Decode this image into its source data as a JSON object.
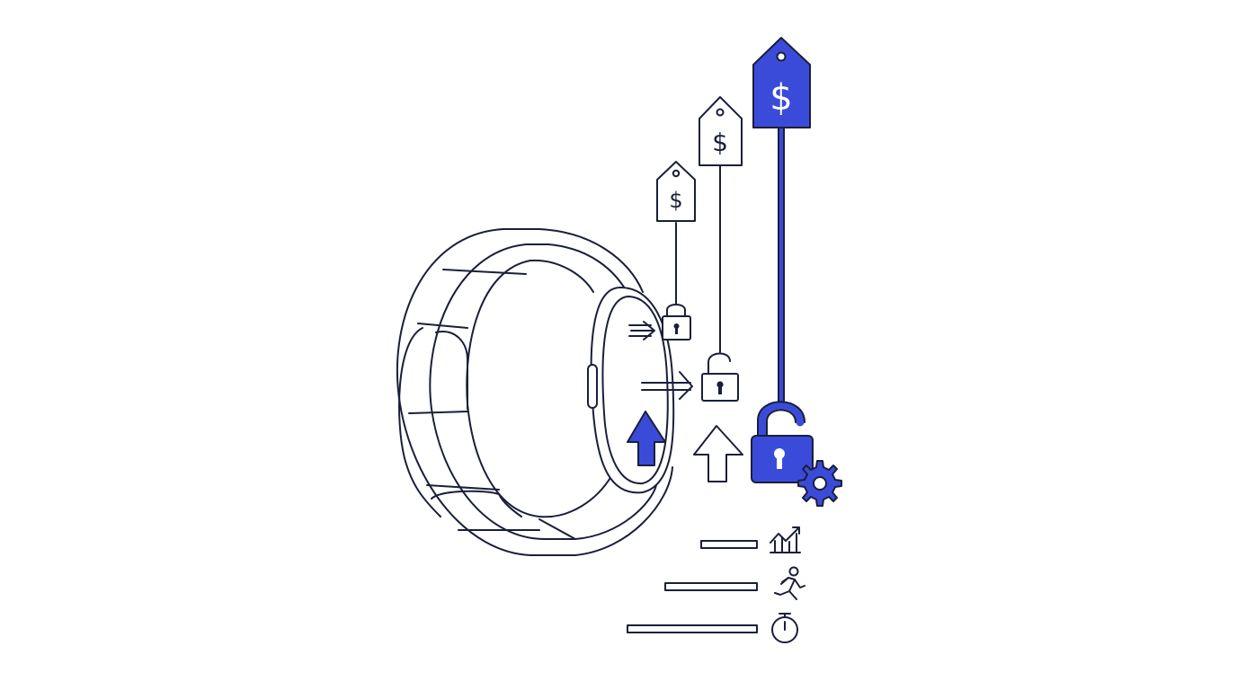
{
  "price_tags": [
    {
      "tier": "low",
      "symbol": "$",
      "color": "#ffffff"
    },
    {
      "tier": "mid",
      "symbol": "$",
      "color": "#ffffff"
    },
    {
      "tier": "high",
      "symbol": "$",
      "color": "#3b4bd9"
    }
  ],
  "locks": [
    {
      "tier": "low",
      "state": "locked",
      "icon": "padlock-locked-icon"
    },
    {
      "tier": "mid",
      "state": "unlocked",
      "icon": "padlock-unlocked-icon"
    },
    {
      "tier": "high",
      "state": "unlocked",
      "icon": "padlock-unlocked-gear-icon"
    }
  ],
  "feature_bars": [
    {
      "icon": "trend-chart-icon",
      "level": 0.45
    },
    {
      "icon": "running-person-icon",
      "level": 0.73
    },
    {
      "icon": "stopwatch-icon",
      "level": 1.0
    }
  ],
  "colors": {
    "accent": "#3b4bd9",
    "outline": "#1a1f3a",
    "background": "#ffffff"
  }
}
